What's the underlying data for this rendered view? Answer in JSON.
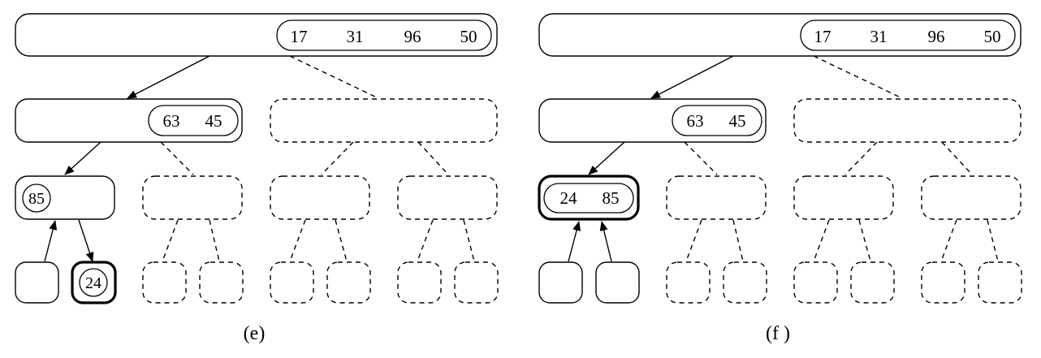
{
  "panels": [
    {
      "caption": "(e)",
      "root_values": [
        "17",
        "31",
        "96",
        "50"
      ],
      "level1_values": [
        "63",
        "45"
      ],
      "level2_values": [
        "85"
      ],
      "highlighted_leaf_value": "24"
    },
    {
      "caption": "(f )",
      "root_values": [
        "17",
        "31",
        "96",
        "50"
      ],
      "level1_values": [
        "63",
        "45"
      ],
      "level2_values": [
        "24",
        "85"
      ]
    }
  ]
}
